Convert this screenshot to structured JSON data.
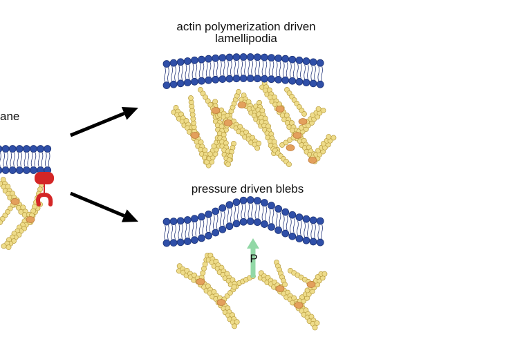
{
  "labels": {
    "left_partial": "ane",
    "top_title_line1": "actin polymerization driven",
    "top_title_line2": "lamellipodia",
    "bottom_title": "pressure driven blebs",
    "pressure_symbol": "P"
  },
  "colors": {
    "background": "#ffffff",
    "lipid_head": "#2f4fa8",
    "lipid_head_stroke": "#1c3377",
    "lipid_tail": "#3a4a88",
    "actin_bead": "#eedc8a",
    "actin_bead_stroke": "#b89c40",
    "branch_node": "#e3a05c",
    "motor_protein": "#d42626",
    "pressure_arrow": "#92d8a6",
    "arrow": "#000000",
    "text": "#111111"
  }
}
